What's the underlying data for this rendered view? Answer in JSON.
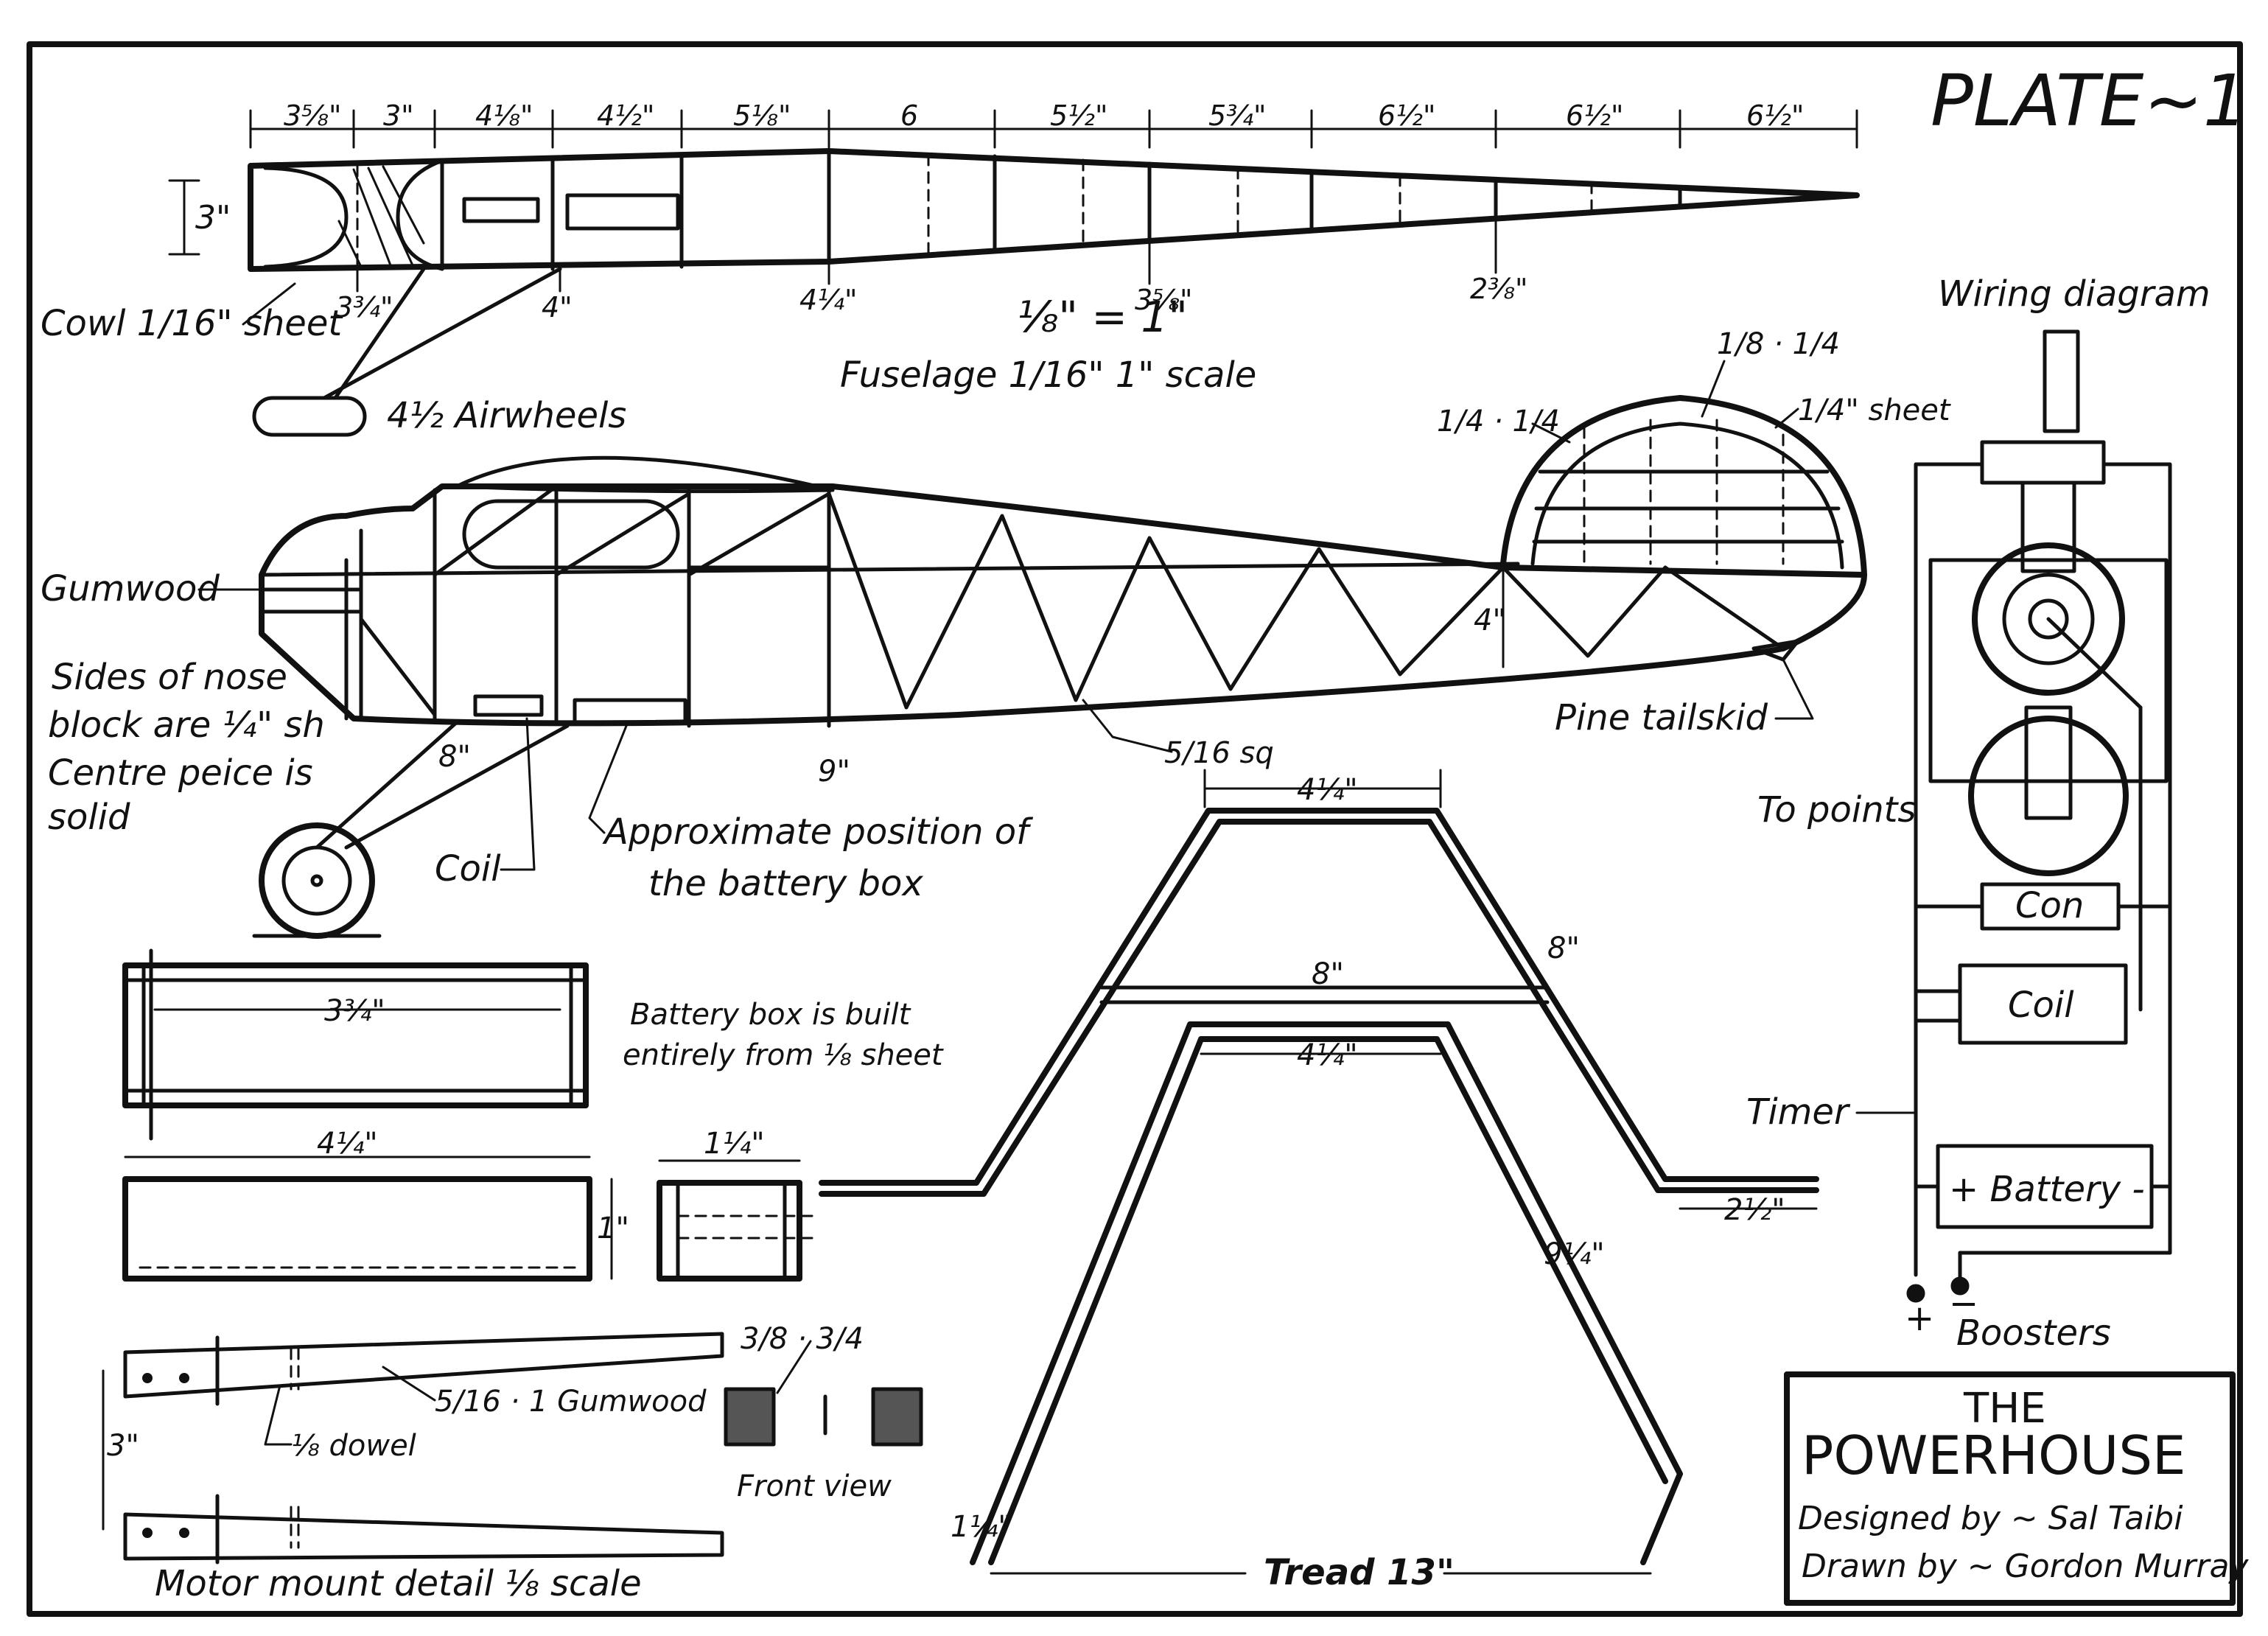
{
  "plate": {
    "label": "PLATE~1"
  },
  "fuselage": {
    "station_dims": [
      "3⅝\"",
      "3\"",
      "4⅛\"",
      "4½\"",
      "5⅛\"",
      "6",
      "5½\"",
      "5¾\"",
      "6½\"",
      "6½\"",
      "6½\""
    ],
    "height_dim": "3\"",
    "depth_dims": [
      "3¾\"",
      "4\"",
      "4¼\"",
      "3⅝\"",
      "2⅜\""
    ],
    "scale_note": "⅛\" = 1\"",
    "scale_caption": "Fuselage 1/16\" 1\" scale",
    "cowl_label": "Cowl 1/16\" sheet",
    "airwheels_label": "4½ Airwheels"
  },
  "side_view": {
    "gumwood_label": "Gumwood",
    "nose_note": [
      "Sides of nose",
      "block are ¼\" sh",
      "Centre peice is",
      "solid"
    ],
    "dim_8": "8\"",
    "dim_9": "9\"",
    "dim_4": "4\"",
    "coil_label": "Coil",
    "battery_position": [
      "Approximate position of",
      "the battery box"
    ],
    "sq_label": "5/16 sq",
    "tailskid_label": "Pine tailskid",
    "rib_label_1": "1/8 · 1/4",
    "rib_label_2": "1/4 · 1/4",
    "sheet_label": "1/4\" sheet"
  },
  "wiring": {
    "title": "Wiring diagram",
    "to_points": "To points",
    "con": "Con",
    "coil": "Coil",
    "timer": "Timer",
    "battery": "+ Battery -",
    "plus": "+",
    "minus": "−",
    "boosters": "Boosters"
  },
  "battery_box": {
    "dim_inner": "3¾\"",
    "note": [
      "Battery box is built",
      "entirely from ⅛ sheet"
    ],
    "dim_length": "4¼\"",
    "dim_height": "1\"",
    "dim_end": "1¼\""
  },
  "motor_mount": {
    "gumwood_label": "5/16 · 1  Gumwood",
    "dowel_label": "⅛ dowel",
    "dim_3": "3\"",
    "front_dims": "3/8 · 3/4",
    "front_view": "Front view",
    "caption": "Motor mount detail ⅛ scale"
  },
  "undercarriage": {
    "top_width": "4¼\"",
    "cross_width": "8\"",
    "leg_outer": "8\"",
    "inner_width": "4¼\"",
    "foot": "2½\"",
    "leg_inner": "9¼\"",
    "toe": "1¼\"",
    "tread": "Tread 13\""
  },
  "title_block": {
    "line1": "THE",
    "line2": "POWERHOUSE",
    "line3": "Designed by ~ Sal Taibi",
    "line4": "Drawn by ~ Gordon Murray"
  },
  "colors": {
    "ink": "#111111",
    "paper": "#ffffff"
  }
}
